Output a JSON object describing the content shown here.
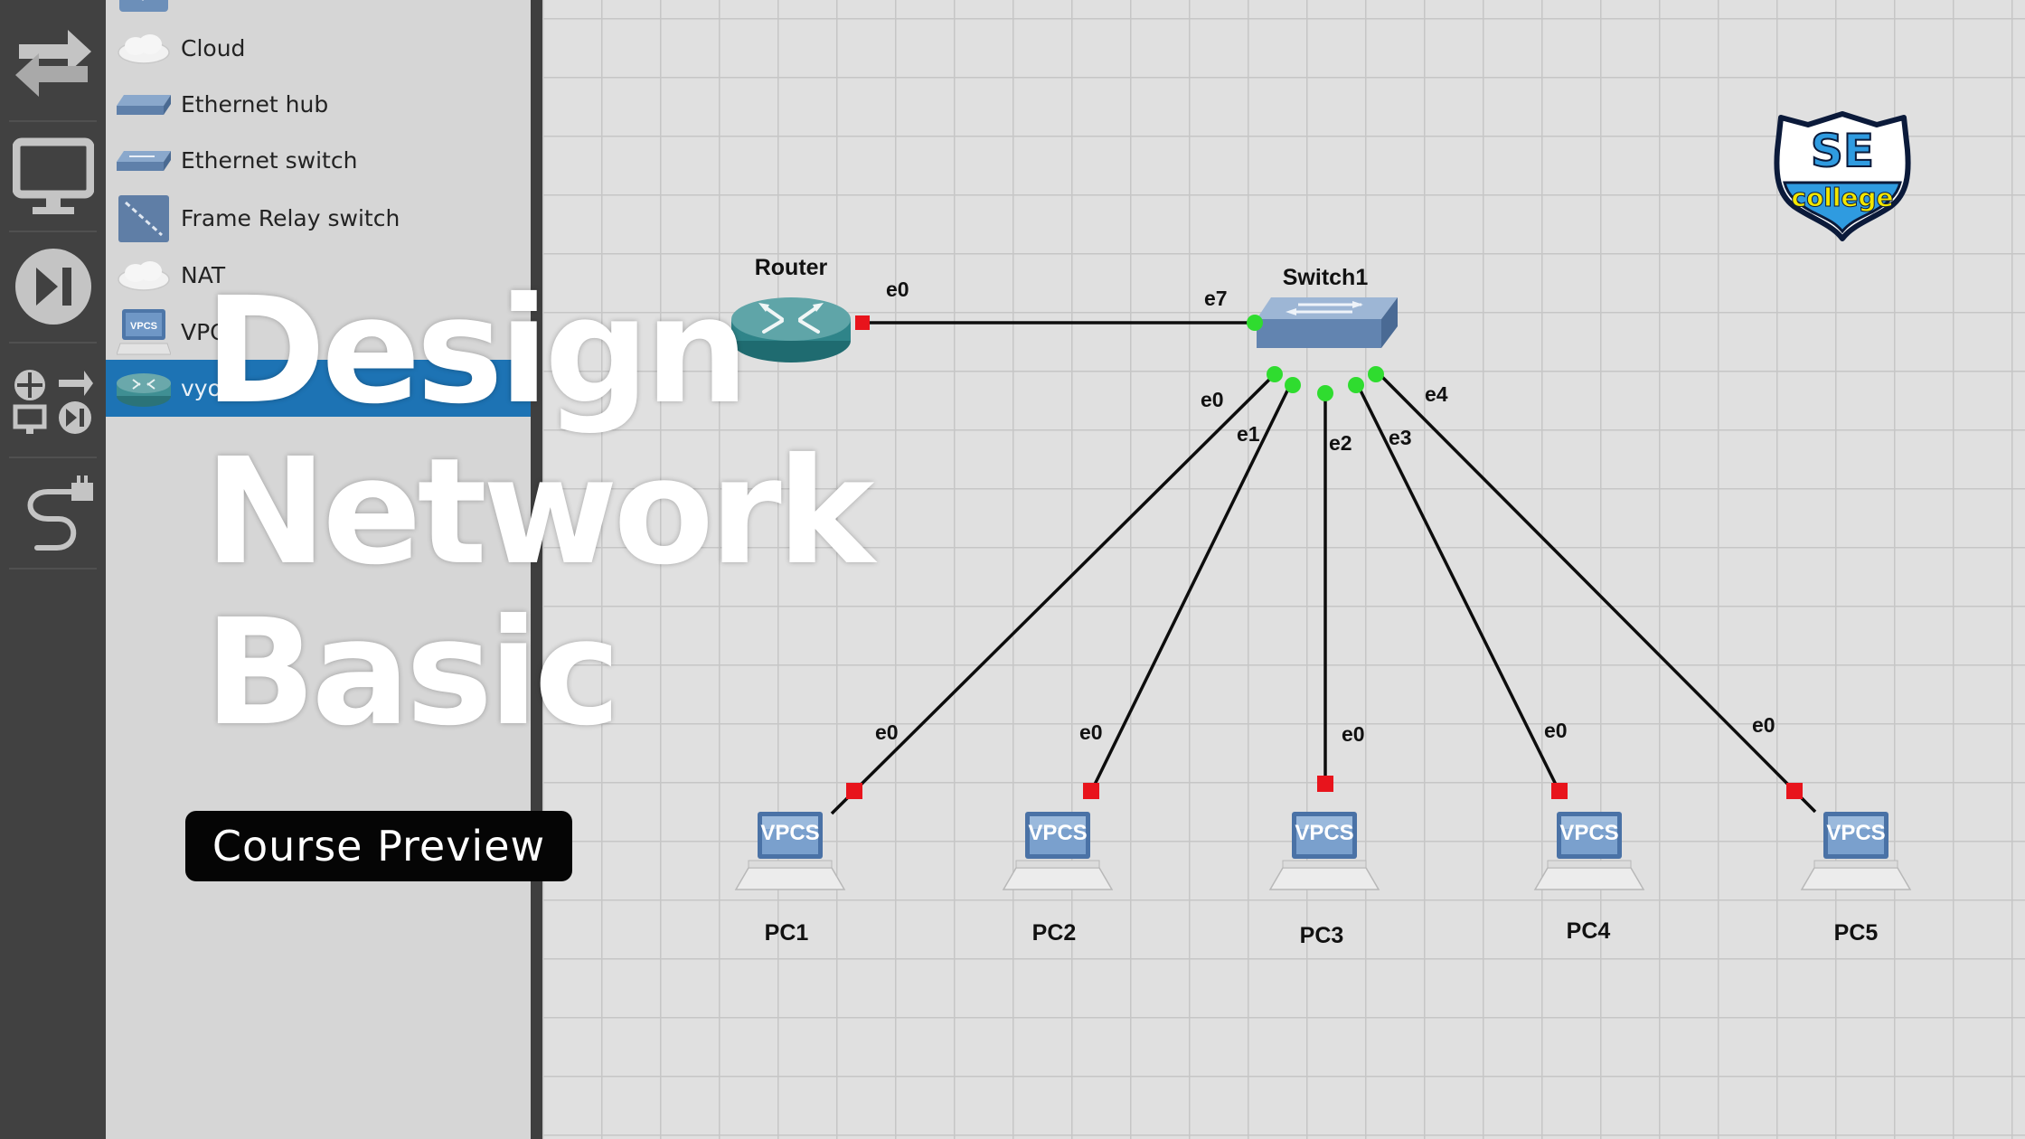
{
  "toolbar": {
    "buttons": [
      {
        "name": "browse-all-devices",
        "icon": "swap-arrows-icon"
      },
      {
        "name": "browse-end-devices",
        "icon": "monitor-icon"
      },
      {
        "name": "browse-security-devices",
        "icon": "play-pause-icon"
      },
      {
        "name": "browse-all-devices-grid",
        "icon": "device-grid-icon"
      },
      {
        "name": "add-link",
        "icon": "cable-icon"
      }
    ]
  },
  "palette": {
    "items": [
      {
        "label": "Cloud",
        "icon": "cloud-icon"
      },
      {
        "label": "Ethernet hub",
        "icon": "ethernet-hub-icon"
      },
      {
        "label": "Ethernet switch",
        "icon": "ethernet-switch-icon"
      },
      {
        "label": "Frame Relay switch",
        "icon": "frame-relay-switch-icon"
      },
      {
        "label": "NAT",
        "icon": "nat-cloud-icon"
      },
      {
        "label": "VPC",
        "icon": "vpcs-icon"
      },
      {
        "label": "vyo",
        "icon": "router-icon",
        "selected": true
      }
    ]
  },
  "topology": {
    "router": {
      "name": "Router",
      "port": "e0"
    },
    "switch": {
      "name": "Switch1",
      "uplink_port": "e7",
      "ports": [
        "e0",
        "e1",
        "e2",
        "e3",
        "e4"
      ]
    },
    "pcs": [
      {
        "name": "PC1",
        "port": "e0",
        "screen": "VPCS"
      },
      {
        "name": "PC2",
        "port": "e0",
        "screen": "VPCS"
      },
      {
        "name": "PC3",
        "port": "e0",
        "screen": "VPCS"
      },
      {
        "name": "PC4",
        "port": "e0",
        "screen": "VPCS"
      },
      {
        "name": "PC5",
        "port": "e0",
        "screen": "VPCS"
      }
    ],
    "colors": {
      "link": "#0d0d0d",
      "port_down": "#e8141c",
      "port_up": "#2fdc2f"
    }
  },
  "overlay": {
    "title_lines": [
      "Design",
      "Network",
      "Basic"
    ],
    "badge": "Course Preview"
  },
  "logo": {
    "top_text": "SE",
    "bottom_text": "college",
    "colors": {
      "blue": "#2f9be0",
      "yellow": "#f2e600",
      "outline": "#0b1a3a"
    }
  }
}
